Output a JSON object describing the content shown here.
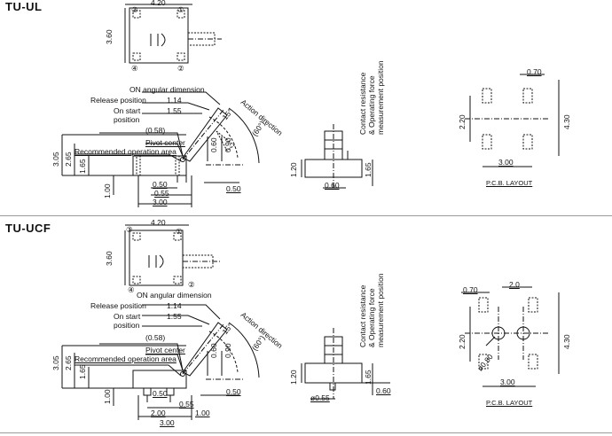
{
  "sections": [
    {
      "title": "TU-UL",
      "top": {
        "width": "4.20",
        "height": "3.60",
        "pins": [
          "③",
          "①",
          "④",
          "②"
        ]
      },
      "side": {
        "angular": "ON angular dimension",
        "release": "Release position",
        "release_val": "1.14",
        "on_start": "On start",
        "position": "position",
        "on_start_val": "1.55",
        "paren_058": "(0.58)",
        "pivot": "Pivot center",
        "recommended": "Recommended operation area",
        "d305": "3.05",
        "d265": "2.65",
        "d165": "1.65",
        "d100": "1.00",
        "d060": "0.60",
        "d090": "0.90",
        "d050": "0.50",
        "d055": "0.55",
        "d300": "3.00",
        "d050b": "0.50",
        "angle15": "15°",
        "angle60": "(60°)",
        "action": "Action direction"
      },
      "front": {
        "contact1": "Contact resistance",
        "contact2": "& Operating force",
        "contact3": "measurement position",
        "d120": "1.20",
        "d165": "1.65",
        "d060": "0.60"
      },
      "pcb": {
        "d070": "0.70",
        "d220": "2.20",
        "d430": "4.30",
        "d300": "3.00",
        "caption": "P.C.B. LAYOUT"
      }
    },
    {
      "title": "TU-UCF",
      "top": {
        "width": "4.20",
        "height": "3.60",
        "pins": [
          "③",
          "①",
          "④",
          "②"
        ]
      },
      "side": {
        "angular": "ON angular dimension",
        "release": "Release position",
        "release_val": "1.14",
        "on_start": "On start",
        "position": "position",
        "on_start_val": "1.55",
        "paren_058": "(0.58)",
        "pivot": "Pivot center",
        "recommended": "Recommended operation area",
        "d305": "3.05",
        "d265": "2.65",
        "d165": "1.65",
        "d100": "1.00",
        "d060": "0.60",
        "d090": "0.90",
        "d050": "0.50",
        "d055": "0.55",
        "d200": "2.00",
        "d100b": "1.00",
        "d300": "3.00",
        "d050b": "0.50",
        "angle15": "15°",
        "angle60": "(60°)",
        "action": "Action direction"
      },
      "front": {
        "contact1": "Contact resistance",
        "contact2": "& Operating force",
        "contact3": "measurement position",
        "d120": "1.20",
        "d165": "1.65",
        "d060": "0.60",
        "phi055": "ø0.55"
      },
      "pcb": {
        "d070": "0.70",
        "d20": "2.0",
        "d220": "2.20",
        "d430": "4.30",
        "d300": "3.00",
        "phi080": "ø0.80",
        "caption": "P.C.B. LAYOUT"
      }
    }
  ]
}
